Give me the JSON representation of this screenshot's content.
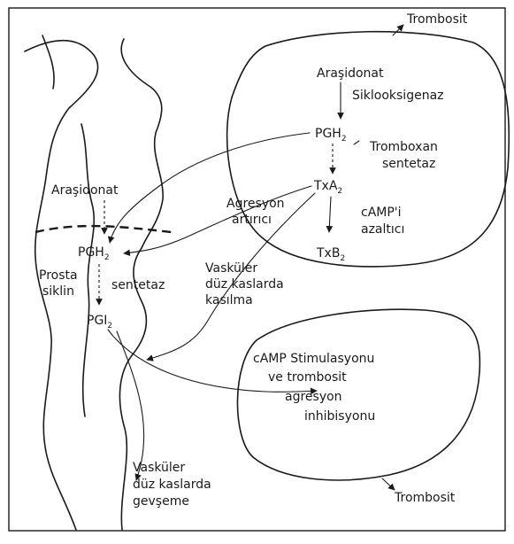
{
  "platelet_top": {
    "corner_label": "Trombosit",
    "arachidonate": "Araşidonat",
    "cyclooxygenase": "Siklooksigenaz",
    "pgh2": {
      "base": "PGH",
      "sub": "2"
    },
    "thromboxane_synthetase_1": "Tromboxan",
    "thromboxane_synthetase_2": "sentetaz",
    "txa2": {
      "base": "TxA",
      "sub": "2"
    },
    "aggregation_1": "Agresyon",
    "aggregation_2": "artırıcı",
    "camp_1": "cAMP'i",
    "camp_2": "azaltıcı",
    "txb2": {
      "base": "TxB",
      "sub": "2"
    }
  },
  "vessel": {
    "arachidonate": "Araşidonat",
    "pgh2": {
      "base": "PGH",
      "sub": "2"
    },
    "prostacyclin_1": "Prosta",
    "prostacyclin_2": "siklin",
    "synthetase": "sentetaz",
    "pgi2": {
      "base": "PGI",
      "sub": "2"
    }
  },
  "vascular_contraction": {
    "line1": "Vasküler",
    "line2": "düz kaslarda",
    "line3": "kasılma"
  },
  "platelet_bottom": {
    "corner_label": "Trombosit",
    "line1": "cAMP Stimulasyonu",
    "line2": "ve trombosit",
    "line3": "agresyon",
    "line4": "inhibisyonu"
  },
  "vascular_relaxation": {
    "line1": "Vasküler",
    "line2": "düz kaslarda",
    "line3": "gevşeme"
  }
}
